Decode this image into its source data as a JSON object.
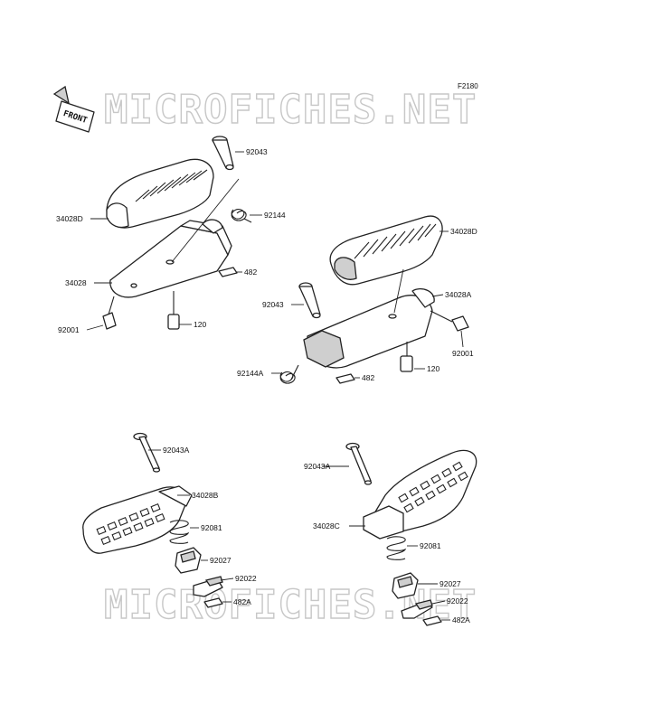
{
  "diagram": {
    "ref_code": "F2180",
    "front_label": "FRONT",
    "watermark_top": "MICROFICHES.NET",
    "watermark_bottom": "MICROFICHES.NET"
  },
  "labels": {
    "p92043_tl": "92043",
    "p92144_tl": "92144",
    "p34028D_tl": "34028D",
    "p482_tl": "482",
    "p34028_tl": "34028",
    "p120_tl": "120",
    "p92001_tl": "92001",
    "p34028D_tr": "34028D",
    "p34028A_tr": "34028A",
    "p92043_tr": "92043",
    "p92001_tr": "92001",
    "p92144A_tr": "92144A",
    "p482_tr": "482",
    "p120_tr": "120",
    "p92043A_bl": "92043A",
    "p34028B_bl": "34028B",
    "p92081_bl": "92081",
    "p92027_bl": "92027",
    "p92022_bl": "92022",
    "p482A_bl": "482A",
    "p92043A_br": "92043A",
    "p34028C_br": "34028C",
    "p92081_br": "92081",
    "p92027_br": "92027",
    "p92022_br": "92022",
    "p482A_br": "482A"
  },
  "colors": {
    "line": "#222222",
    "watermark": "#c7c7c7",
    "background": "#ffffff"
  }
}
